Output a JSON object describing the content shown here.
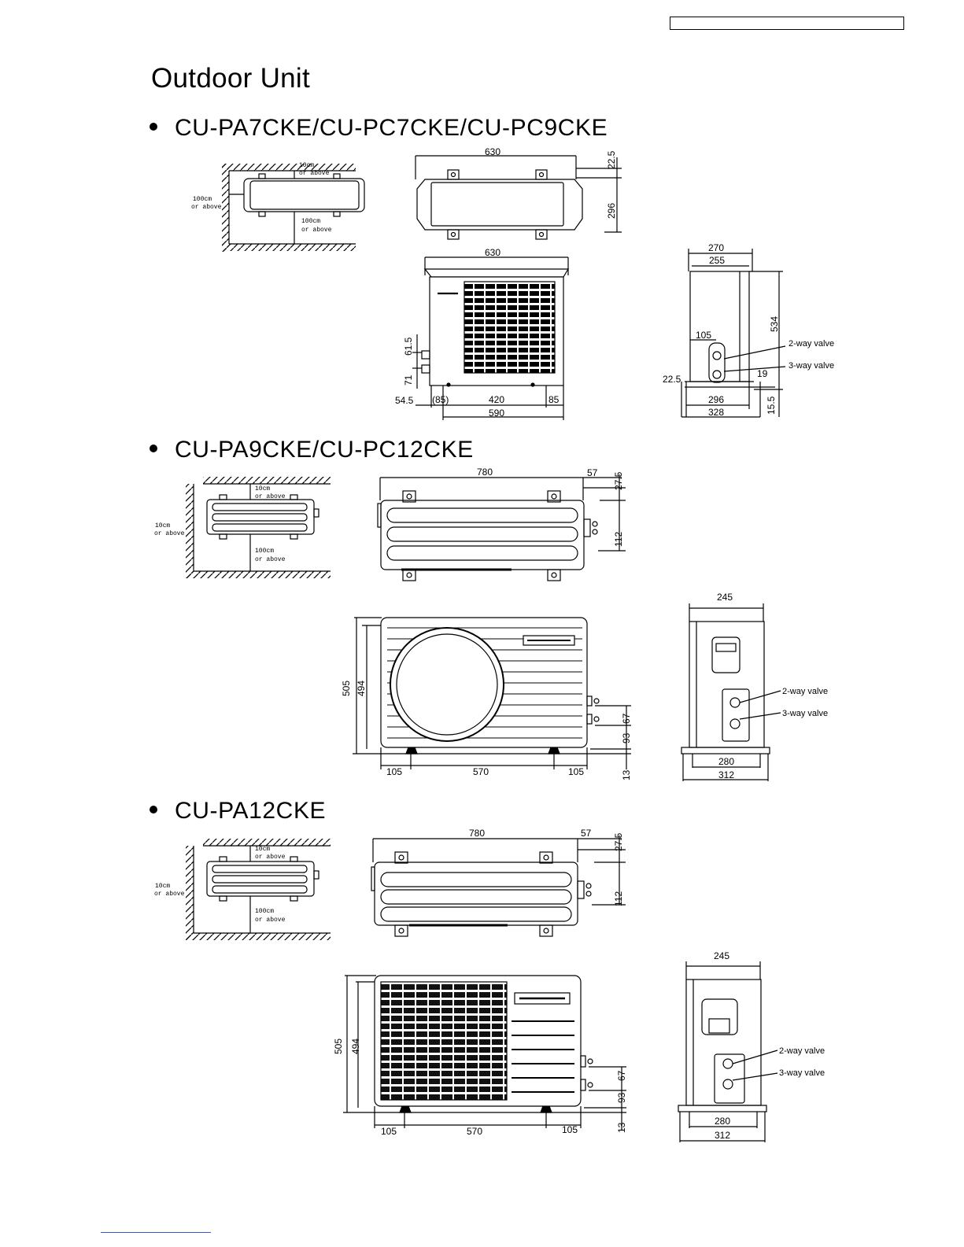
{
  "page": {
    "title": "Outdoor Unit"
  },
  "sections": [
    {
      "heading": "CU-PA7CKE/CU-PC7CKE/CU-PC9CKE",
      "clearance": {
        "top_line1": "10cm",
        "top_line2": "or above",
        "left_line1": "100cm",
        "left_line2": "or above",
        "bottom_line1": "100cm",
        "bottom_line2": "or above"
      },
      "top_view": {
        "width": "630",
        "offset": "22.5",
        "depth": "296"
      },
      "front_view": {
        "width": "630",
        "height_a": "61.5",
        "height_b": "71",
        "left_offset": "54.5",
        "seg_left": "(85)",
        "seg_mid": "420",
        "seg_right": "85",
        "base": "590"
      },
      "side_view": {
        "outer": "270",
        "inner": "255",
        "height": "534",
        "valve_offset": "105",
        "left_offset": "22.5",
        "right_offset": "19",
        "base_inner": "296",
        "base_outer": "328",
        "foot": "15.5",
        "valve_2": "2-way valve",
        "valve_3": "3-way valve"
      }
    },
    {
      "heading": "CU-PA9CKE/CU-PC12CKE",
      "clearance": {
        "top_line1": "10cm",
        "top_line2": "or above",
        "left_line1": "10cm",
        "left_line2": "or above",
        "bottom_line1": "100cm",
        "bottom_line2": "or above"
      },
      "top_view": {
        "width": "780",
        "offset_h": "57",
        "offset_v": "27.5",
        "depth": "112"
      },
      "front_view": {
        "height_outer": "505",
        "height_inner": "494",
        "valve_upper": "67",
        "valve_lower": "93",
        "foot": "13",
        "seg_left": "105",
        "seg_mid": "570",
        "seg_right": "105"
      },
      "side_view": {
        "top": "245",
        "base_inner": "280",
        "base_outer": "312",
        "valve_2": "2-way valve",
        "valve_3": "3-way valve"
      }
    },
    {
      "heading": "CU-PA12CKE",
      "clearance": {
        "top_line1": "10cm",
        "top_line2": "or above",
        "left_line1": "10cm",
        "left_line2": "or above",
        "bottom_line1": "100cm",
        "bottom_line2": "or above"
      },
      "top_view": {
        "width": "780",
        "offset_h": "57",
        "offset_v": "27.5",
        "depth": "112"
      },
      "front_view": {
        "height_outer": "505",
        "height_inner": "494",
        "valve_upper": "67",
        "valve_lower": "93",
        "foot": "13",
        "seg_left": "105",
        "seg_mid": "570",
        "seg_right": "105"
      },
      "side_view": {
        "top": "245",
        "base_inner": "280",
        "base_outer": "312",
        "valve_2": "2-way valve",
        "valve_3": "3-way valve"
      }
    }
  ]
}
